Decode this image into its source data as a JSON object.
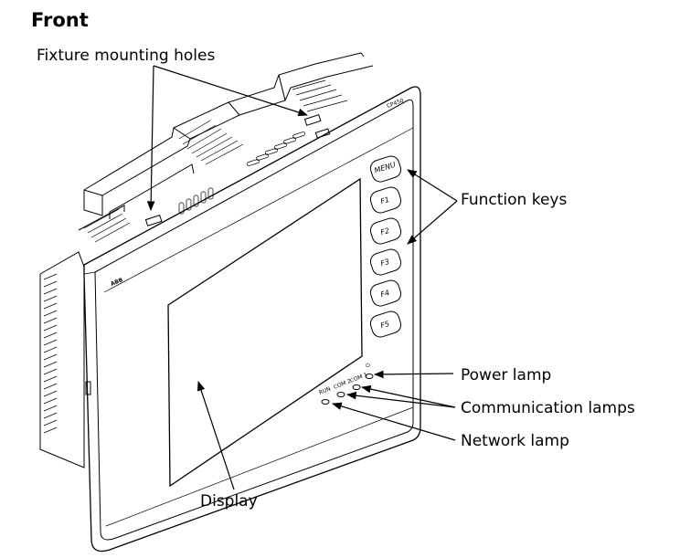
{
  "title": "Front",
  "device": {
    "model_label": "CP450",
    "logo_text": "ABB",
    "keys": [
      "MENU",
      "F1",
      "F2",
      "F3",
      "F4",
      "F5"
    ],
    "lamp_labels": [
      "RUN",
      "COM 2",
      "COM 1",
      "⏻"
    ]
  },
  "callouts": {
    "mounting_holes": "Fixture mounting holes",
    "function_keys": "Function keys",
    "power_lamp": "Power lamp",
    "communication_lamps": "Communication lamps",
    "network_lamp": "Network lamp",
    "display": "Display"
  }
}
